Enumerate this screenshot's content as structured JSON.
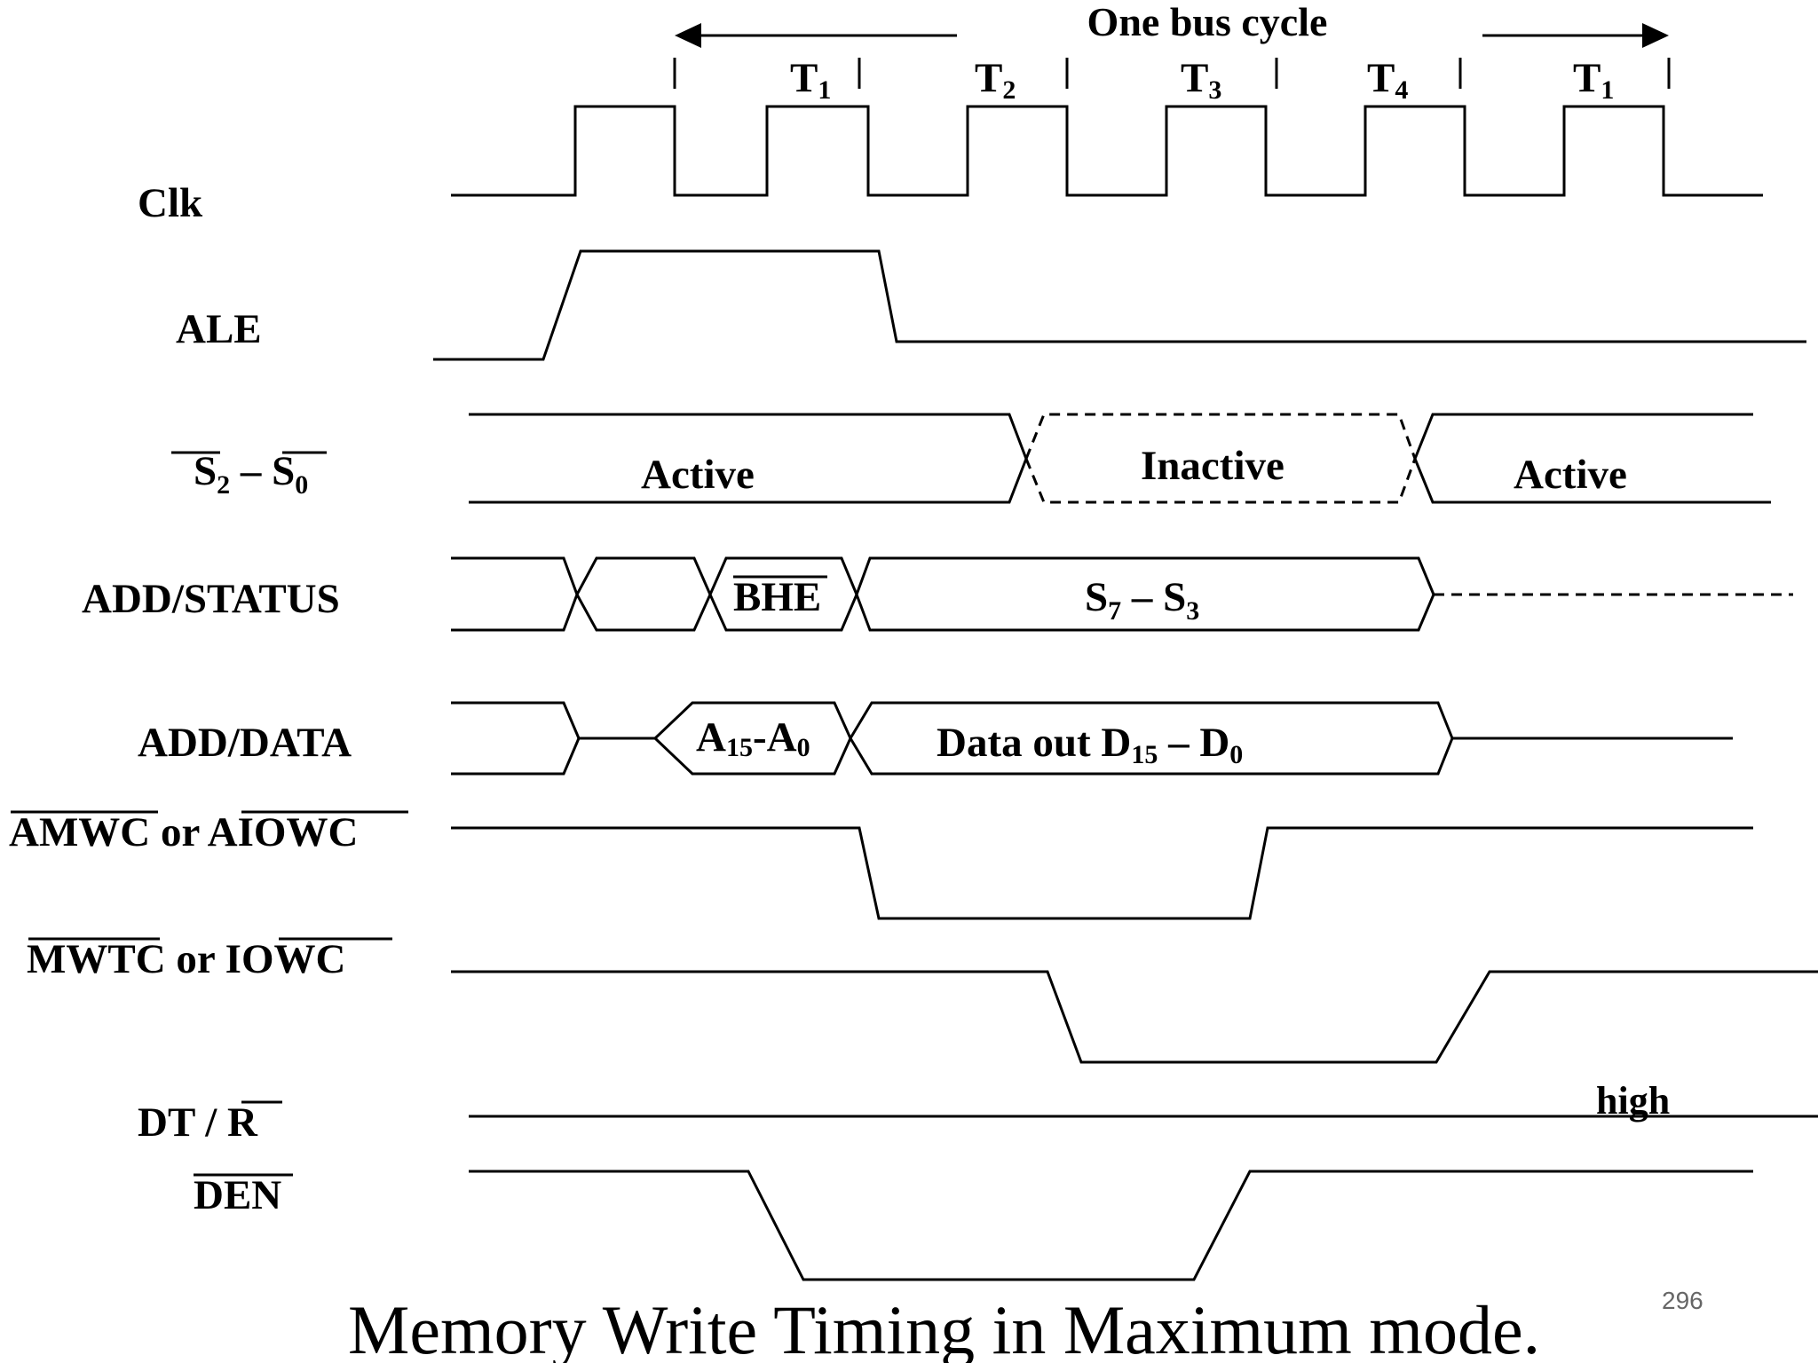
{
  "header": {
    "bus_cycle": "One bus cycle",
    "states": [
      {
        "main": "T",
        "sub": "1"
      },
      {
        "main": "T",
        "sub": "2"
      },
      {
        "main": "T",
        "sub": "3"
      },
      {
        "main": "T",
        "sub": "4"
      },
      {
        "main": "T",
        "sub": "1"
      }
    ]
  },
  "signals": {
    "clk": "Clk",
    "ale": "ALE",
    "status": {
      "a": "S",
      "a_sub": "2",
      "dash": " – ",
      "b": "S",
      "b_sub": "0"
    },
    "add_status": "ADD/STATUS",
    "add_data": "ADD/DATA",
    "amwc": {
      "part1": "AMWC",
      "or": " or ",
      "part2": "AIOWC"
    },
    "mwtc": {
      "part1": "MWTC",
      "or": " or ",
      "part2": "IOWC"
    },
    "dtr": {
      "part1": "DT / ",
      "part2": "R"
    },
    "den": "DEN"
  },
  "annotations": {
    "active_1": "Active",
    "inactive": "Inactive",
    "active_2": "Active",
    "bhe": "BHE",
    "s7_s3": {
      "a": "S",
      "a_sub": "7",
      "dash": " – ",
      "b": "S",
      "b_sub": "3"
    },
    "a15_a0": {
      "a": "A",
      "a_sub": "15",
      "dash": "-",
      "b": "A",
      "b_sub": "0"
    },
    "data_out": {
      "prefix": "Data out D",
      "a_sub": "15",
      "dash": " – D",
      "b_sub": "0"
    },
    "high": "high"
  },
  "caption": "Memory Write Timing in Maximum mode.",
  "page_number": "296"
}
